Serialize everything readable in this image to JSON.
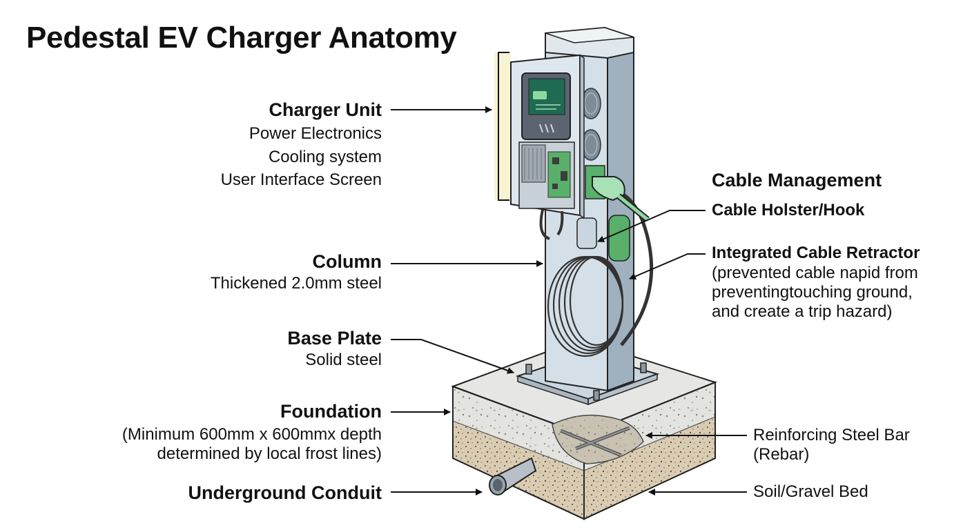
{
  "title": "Pedestal EV Charger Anatomy",
  "labels": {
    "charger_unit": {
      "heading": "Charger Unit",
      "items": [
        "Power Electronics",
        "Cooling system",
        "User Interface Screen"
      ]
    },
    "column": {
      "heading": "Column",
      "detail": "Thickened 2.0mm steel"
    },
    "base_plate": {
      "heading": "Base Plate",
      "detail": "Solid steel"
    },
    "foundation": {
      "heading": "Foundation",
      "detail_lines": [
        "(Minimum 600mm x 600mmx depth",
        "determined by local frost lines)"
      ]
    },
    "underground_conduit": {
      "heading": "Underground Conduit"
    },
    "cable_management": {
      "heading": "Cable Management",
      "holster": "Cable Holster/Hook",
      "retractor_heading": "Integrated Cable Retractor",
      "retractor_lines": [
        "(prevented cable napid from",
        "preventingtouching ground,",
        "and create a trip hazard)"
      ]
    },
    "rebar": {
      "lines": [
        "Reinforcing Steel Bar",
        "(Rebar)"
      ]
    },
    "soil": {
      "label": "Soil/Gravel Bed"
    }
  },
  "colors": {
    "concrete": "#e6e6e4",
    "soil": "#d9ccb2",
    "steel": "#c9d6e0",
    "enclosure": "#dfe7ee",
    "screen": "#5b6470",
    "display": "#1f6a52",
    "pcb": "#58b06a",
    "cable_green": "#8fd8a0",
    "bracket_highlight": "#f6f4d2"
  }
}
